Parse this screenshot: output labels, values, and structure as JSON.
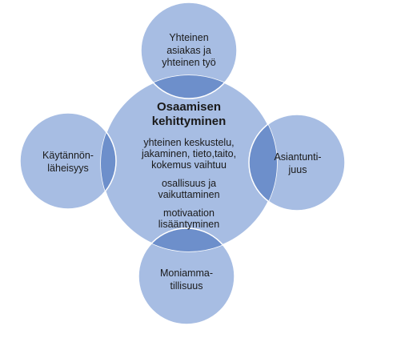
{
  "diagram": {
    "center": {
      "title": [
        "Osaamisen",
        "kehittyminen"
      ],
      "body": [
        [
          "yhteinen keskustelu,",
          "jakaminen, tieto,taito,",
          "kokemus vaihtuu"
        ],
        [
          "osallisuus ja",
          "vaikuttaminen"
        ],
        [
          "motivaation",
          "lisääntyminen"
        ]
      ]
    },
    "nodes": {
      "top": [
        "Yhteinen",
        "asiakas ja",
        "yhteinen työ"
      ],
      "left": [
        "Käytännön-",
        "läheisyys"
      ],
      "right": [
        "Asiantunti-",
        "juus"
      ],
      "bottom": [
        "Moniamma-",
        "tillisuus"
      ]
    },
    "colors": {
      "circle_fill": "#a7bde3",
      "circle_stroke": "#ffffff",
      "overlap_fill": "#6d8fcb"
    }
  }
}
